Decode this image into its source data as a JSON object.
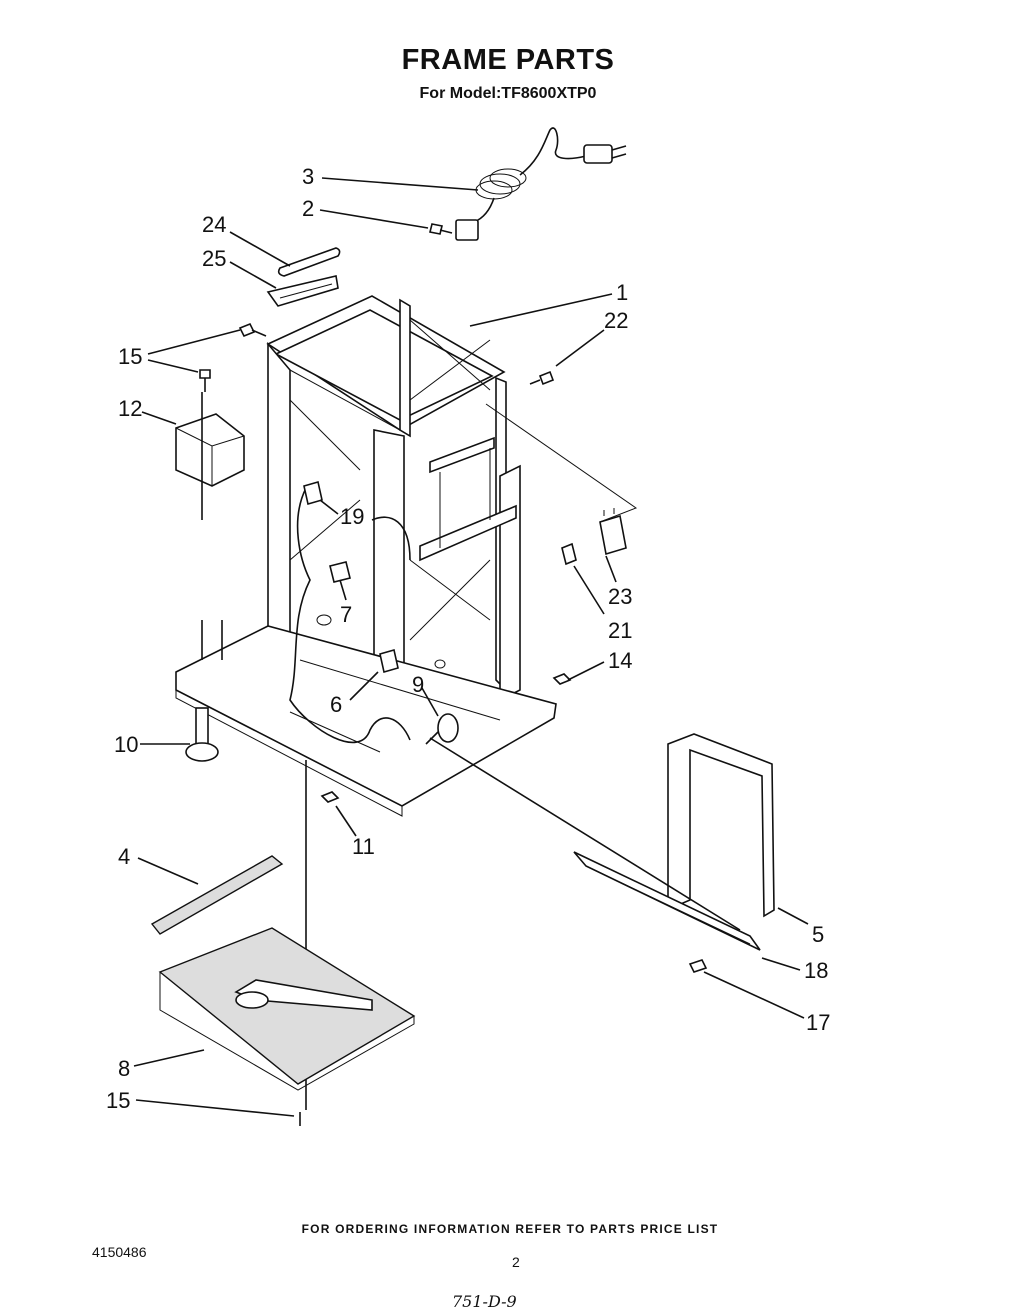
{
  "header": {
    "title": "FRAME PARTS",
    "subtitle": "For Model:TF8600XTP0"
  },
  "callouts": [
    "3",
    "2",
    "24",
    "25",
    "1",
    "22",
    "15",
    "12",
    "19",
    "7",
    "23",
    "21",
    "14",
    "6",
    "9",
    "10",
    "11",
    "4",
    "5",
    "18",
    "17",
    "8",
    "15"
  ],
  "footer": {
    "ordering_note": "FOR ORDERING INFORMATION REFER TO PARTS PRICE LIST",
    "document_number": "4150486",
    "page_number": "2",
    "handwritten_code": "751-D-9"
  }
}
